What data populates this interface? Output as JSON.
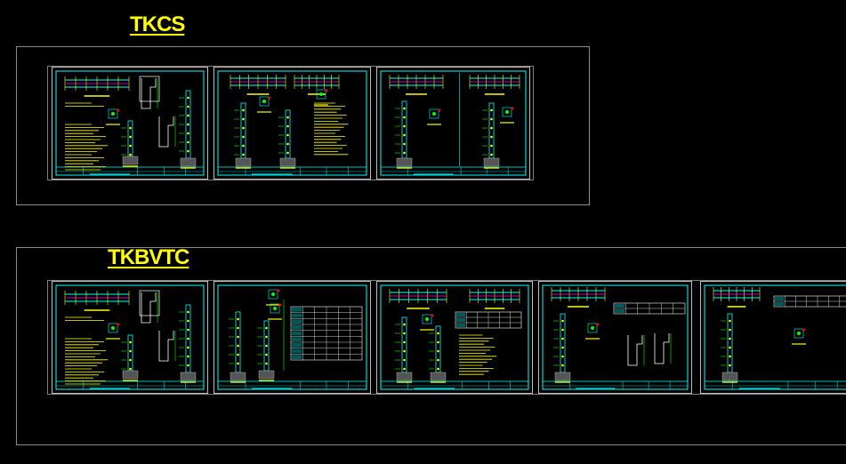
{
  "layouts": {
    "tkcs": {
      "title": "TKCS",
      "sheet_count": 3
    },
    "tkbvtc": {
      "title": "TKBVTC",
      "sheet_count": 5
    }
  },
  "colors": {
    "background": "#000000",
    "label": "#ffff00",
    "frame": "#00ffff",
    "annotation": "#ffff00",
    "dimension": "#00ff00",
    "highlight": "#ff00ff",
    "marker": "#ff0000",
    "border": "#8a8a8a"
  }
}
